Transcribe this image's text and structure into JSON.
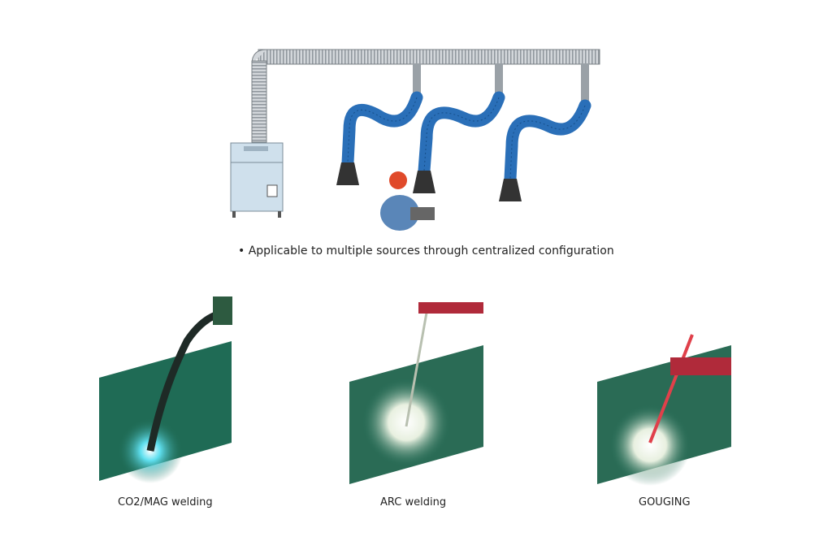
{
  "system_caption": "• Applicable to multiple sources through centralized configuration",
  "processes": [
    {
      "label": "CO2/MAG welding"
    },
    {
      "label": "ARC welding"
    },
    {
      "label": "GOUGING"
    }
  ],
  "colors": {
    "duct": "#c8cdd2",
    "hose": "#2a6fb8",
    "cabinet": "#cfe0ec",
    "plate": "#1f6b55"
  }
}
